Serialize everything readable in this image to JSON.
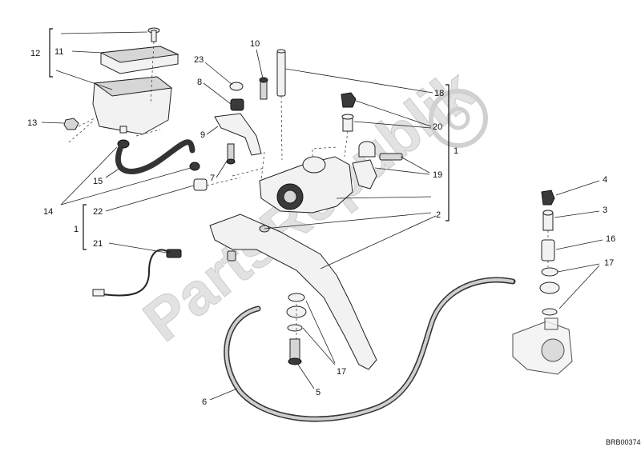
{
  "diagram": {
    "watermark": "PartsRepublik",
    "reference_code": "BRB00374",
    "callouts": [
      "12",
      "11",
      "13",
      "14",
      "15",
      "10",
      "23",
      "8",
      "9",
      "7",
      "18",
      "20",
      "19",
      "1",
      "22",
      "21",
      "2",
      "4",
      "3",
      "16",
      "17",
      "17",
      "5",
      "6"
    ]
  }
}
